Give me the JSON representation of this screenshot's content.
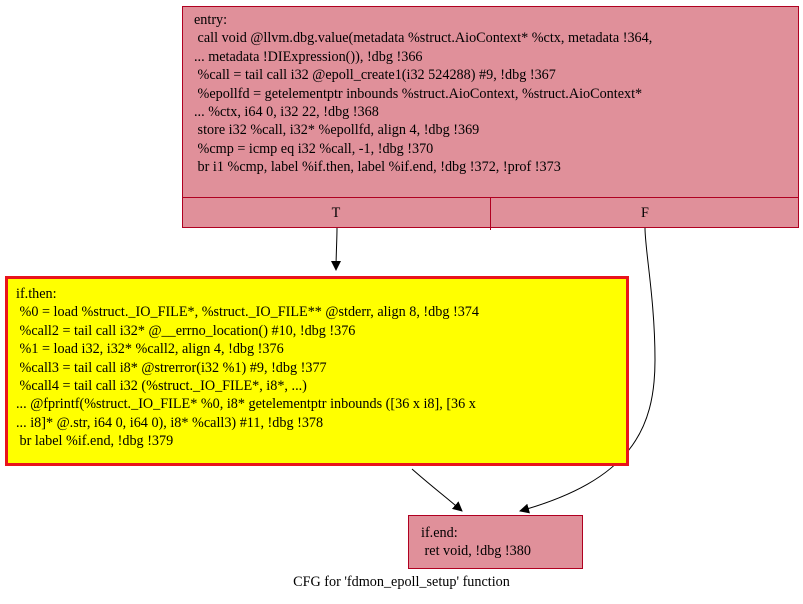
{
  "graph": {
    "caption": "CFG for 'fdmon_epoll_setup' function",
    "nodes": {
      "entry": {
        "lines": [
          "entry:",
          " call void @llvm.dbg.value(metadata %struct.AioContext* %ctx, metadata !364,",
          "... metadata !DIExpression()), !dbg !366",
          " %call = tail call i32 @epoll_create1(i32 524288) #9, !dbg !367",
          " %epollfd = getelementptr inbounds %struct.AioContext, %struct.AioContext*",
          "... %ctx, i64 0, i32 22, !dbg !368",
          " store i32 %call, i32* %epollfd, align 4, !dbg !369",
          " %cmp = icmp eq i32 %call, -1, !dbg !370",
          " br i1 %cmp, label %if.then, label %if.end, !dbg !372, !prof !373"
        ],
        "branches": [
          "T",
          "F"
        ],
        "fill_color": "#e0909a",
        "border_color": "#b00020"
      },
      "if_then": {
        "lines": [
          "if.then:",
          " %0 = load %struct._IO_FILE*, %struct._IO_FILE** @stderr, align 8, !dbg !374",
          " %call2 = tail call i32* @__errno_location() #10, !dbg !376",
          " %1 = load i32, i32* %call2, align 4, !dbg !376",
          " %call3 = tail call i8* @strerror(i32 %1) #9, !dbg !377",
          " %call4 = tail call i32 (%struct._IO_FILE*, i8*, ...)",
          "... @fprintf(%struct._IO_FILE* %0, i8* getelementptr inbounds ([36 x i8], [36 x",
          "... i8]* @.str, i64 0, i64 0), i8* %call3) #11, !dbg !378",
          " br label %if.end, !dbg !379"
        ],
        "fill_color": "#ffff00",
        "border_color": "#e8141c"
      },
      "if_end": {
        "lines": [
          "if.end:",
          " ret void, !dbg !380"
        ],
        "fill_color": "#e0909a",
        "border_color": "#b00020"
      }
    }
  }
}
